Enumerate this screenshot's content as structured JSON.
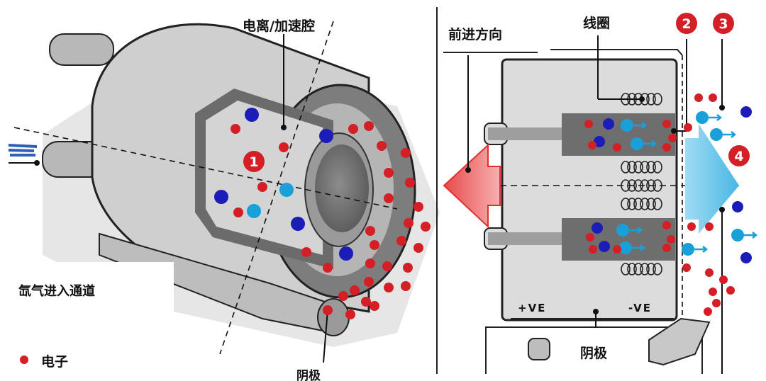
{
  "left_diagram": {
    "label_chamber": "电离/加速腔",
    "label_gas_inlet": "氙气进入通道",
    "label_electron": "电子",
    "label_cathode": "阴极",
    "marker_1": "1"
  },
  "right_diagram": {
    "label_direction": "前进方向",
    "label_coil": "线圈",
    "label_plus": "+VE",
    "label_minus": "-VE",
    "label_cathode": "阴极",
    "marker_2": "2",
    "marker_3": "3",
    "marker_4": "4"
  },
  "colors": {
    "electron": "#d31f25",
    "xenon_atom": "#1c1cb8",
    "xenon_ion": "#1aa0d8",
    "marker": "#d31f25",
    "body_gray": "#c9c9c9",
    "dark_gray": "#6e6e6e",
    "thrust_arrow": "#f07070",
    "exhaust_arrow": "#6fc8ea"
  }
}
